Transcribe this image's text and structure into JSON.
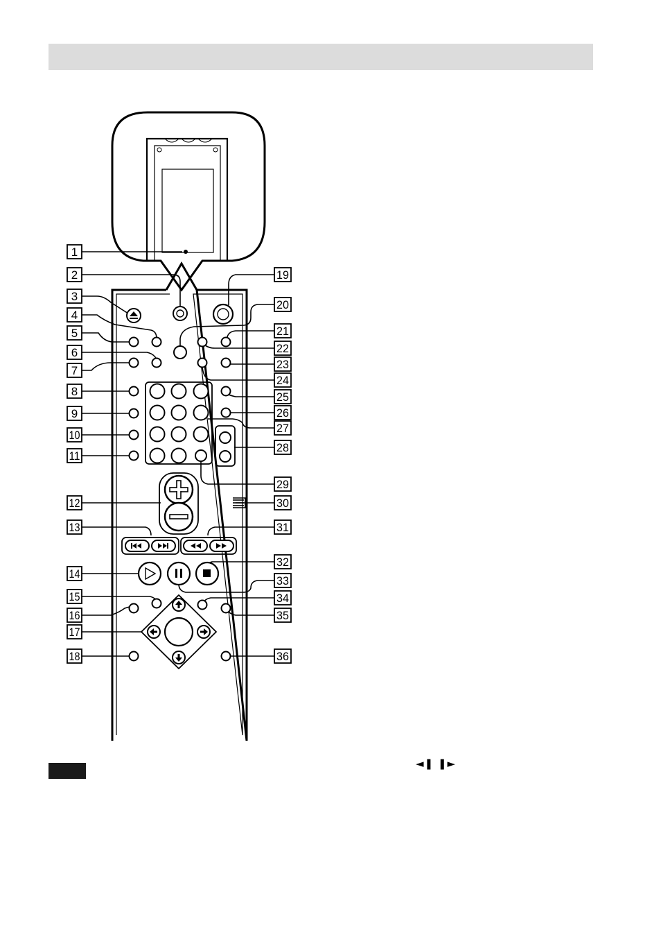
{
  "page": {
    "header_text": "",
    "note_label": "",
    "frame_step_symbols": "◄❚ ❚►"
  },
  "colors": {
    "header_bar": "#dcdcdc",
    "note_tab": "#1a1a1a",
    "line": "#000000"
  },
  "callouts": {
    "left": [
      "1",
      "2",
      "3",
      "4",
      "5",
      "6",
      "7",
      "8",
      "9",
      "10",
      "11",
      "12",
      "13",
      "14",
      "15",
      "16",
      "17",
      "18"
    ],
    "right": [
      "19",
      "20",
      "21",
      "22",
      "23",
      "24",
      "25",
      "26",
      "27",
      "28",
      "29",
      "30",
      "31",
      "32",
      "33",
      "34",
      "35",
      "36"
    ]
  },
  "icons": {
    "eject": "eject-icon",
    "power": "power-icon",
    "volume_up": "plus-icon",
    "volume_down": "minus-icon",
    "prev": "skip-previous-icon",
    "next": "skip-next-icon",
    "rewind": "rewind-icon",
    "forward": "fast-forward-icon",
    "play": "play-icon",
    "pause": "pause-icon",
    "stop": "stop-icon",
    "arrows": [
      "arrow-up-icon",
      "arrow-left-icon",
      "arrow-right-icon",
      "arrow-down-icon"
    ]
  }
}
